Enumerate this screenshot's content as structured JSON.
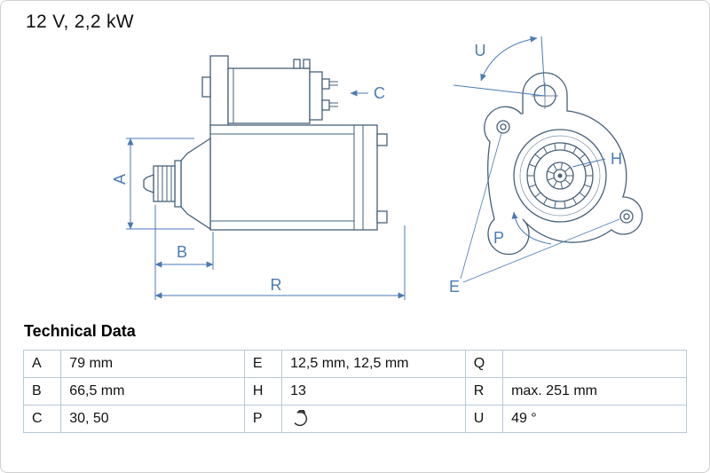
{
  "page": {
    "title": "12 V, 2,2 kW"
  },
  "drawing": {
    "labels": {
      "A": "A",
      "B": "B",
      "C": "C",
      "R": "R",
      "U": "U",
      "H": "H",
      "P": "P",
      "E": "E"
    }
  },
  "table": {
    "title": "Technical Data",
    "rows": [
      {
        "cells": [
          {
            "key": "A",
            "value": "79 mm"
          },
          {
            "key": "E",
            "value": "12,5 mm, 12,5 mm"
          },
          {
            "key": "Q",
            "value": ""
          }
        ]
      },
      {
        "cells": [
          {
            "key": "B",
            "value": "66,5 mm"
          },
          {
            "key": "H",
            "value": "13"
          },
          {
            "key": "R",
            "value": "max. 251 mm"
          }
        ]
      },
      {
        "cells": [
          {
            "key": "C",
            "value": "30, 50"
          },
          {
            "key": "P",
            "value": "",
            "icon": "rotation-ccw-icon"
          },
          {
            "key": "U",
            "value": "49 °"
          }
        ]
      }
    ]
  },
  "colors": {
    "drawing_line": "#46607a",
    "dimension_blue": "#4a7ab5",
    "table_border": "#b7c9d6"
  }
}
